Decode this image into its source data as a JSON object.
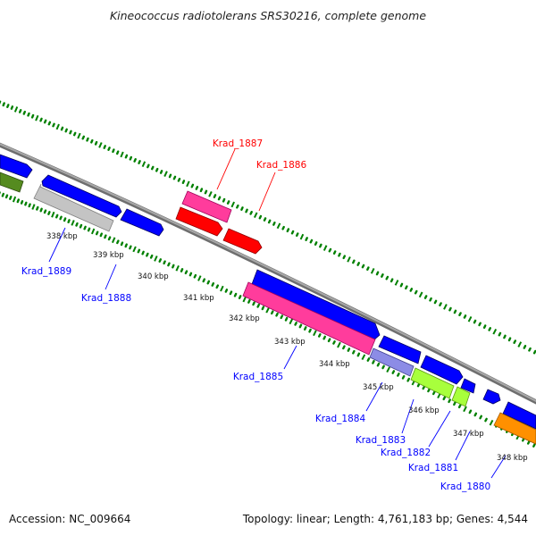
{
  "title": "Kineococcus radiotolerans SRS30216, complete genome",
  "footer": {
    "accession": "Accession: NC_009664",
    "summary": "Topology: linear; Length: 4,761,183 bp; Genes: 4,544"
  },
  "colors": {
    "blue": "#0000ff",
    "gray": "#c0c0c0",
    "olive": "#558b1f",
    "pink": "#ff3c9c",
    "red": "#ff0000",
    "lavender": "#8c8ce6",
    "lime": "#a8ff3c",
    "orange": "#ff9000",
    "ruler": "#008000",
    "backbone": "#808080",
    "label_forward": "#ff0000",
    "label_reverse": "#0000ff"
  },
  "ruler_ticks": [
    {
      "text": "338 kbp"
    },
    {
      "text": "339 kbp"
    },
    {
      "text": "340 kbp"
    },
    {
      "text": "341 kbp"
    },
    {
      "text": "342 kbp"
    },
    {
      "text": "343 kbp"
    },
    {
      "text": "344 kbp"
    },
    {
      "text": "345 kbp"
    },
    {
      "text": "346 kbp"
    },
    {
      "text": "347 kbp"
    },
    {
      "text": "348 kbp"
    }
  ],
  "gene_labels": [
    {
      "text": "Krad_1887",
      "strand": "forward"
    },
    {
      "text": "Krad_1886",
      "strand": "forward"
    },
    {
      "text": "Krad_1889",
      "strand": "reverse"
    },
    {
      "text": "Krad_1888",
      "strand": "reverse"
    },
    {
      "text": "Krad_1885",
      "strand": "reverse"
    },
    {
      "text": "Krad_1884",
      "strand": "reverse"
    },
    {
      "text": "Krad_1883",
      "strand": "reverse"
    },
    {
      "text": "Krad_1882",
      "strand": "reverse"
    },
    {
      "text": "Krad_1881",
      "strand": "reverse"
    },
    {
      "text": "Krad_1880",
      "strand": "reverse"
    }
  ]
}
